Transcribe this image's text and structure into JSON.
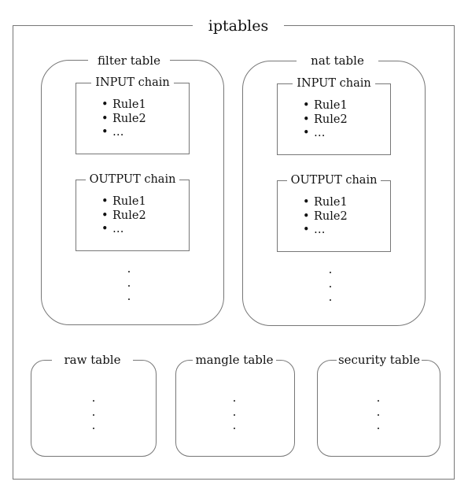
{
  "outer_title": "iptables",
  "main_tables": [
    {
      "title": "filter table",
      "chains": [
        {
          "title": "INPUT chain",
          "rules": [
            "Rule1",
            "Rule2",
            "…"
          ]
        },
        {
          "title": "OUTPUT chain",
          "rules": [
            "Rule1",
            "Rule2",
            "…"
          ]
        }
      ],
      "ellipsis": [
        "·",
        "·",
        "·"
      ]
    },
    {
      "title": "nat table",
      "chains": [
        {
          "title": "INPUT chain",
          "rules": [
            "Rule1",
            "Rule2",
            "…"
          ]
        },
        {
          "title": "OUTPUT chain",
          "rules": [
            "Rule1",
            "Rule2",
            "…"
          ]
        }
      ],
      "ellipsis": [
        "·",
        "·",
        "·"
      ]
    }
  ],
  "small_tables": [
    {
      "title": "raw table",
      "ellipsis": [
        "·",
        "·",
        "·"
      ]
    },
    {
      "title": "mangle table",
      "ellipsis": [
        "·",
        "·",
        "·"
      ]
    },
    {
      "title": "security table",
      "ellipsis": [
        "·",
        "·",
        "·"
      ]
    }
  ]
}
